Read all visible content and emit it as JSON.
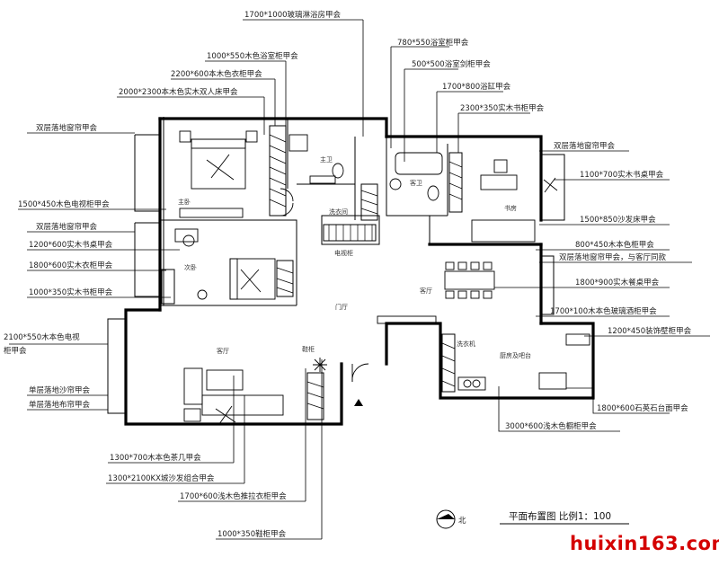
{
  "plan": {
    "title": "平面布置图 比例1：100",
    "north_label": "北",
    "watermark": "huixin163.com"
  },
  "rooms": {
    "master_bedroom": "主卧",
    "master_bath": "主卫",
    "laundry": "洗衣间",
    "guest_bath": "客卫",
    "study": "书房",
    "second_bedroom": "次卧",
    "dining": "客厅",
    "living": "客厅",
    "entrance": "门厅",
    "kitchen": "厨房及吧台",
    "shoe_cabinet": "鞋柜",
    "tv_cabinet": "电视柜",
    "washer": "洗衣机"
  },
  "labels": {
    "t1": "1700*1000玻璃淋浴房甲会",
    "t2": "1000*550木色浴室柜甲会",
    "t3": "2200*600本木色衣柜甲会",
    "t4": "2000*2300本木色实木双人床甲会",
    "t5": "780*550浴室柜甲会",
    "t6": "500*500浴室剑柜甲会",
    "t7": "1700*800浴缸甲会",
    "t8": "2300*350实木书柜甲会",
    "l1": "双层落地窗帘甲会",
    "l2": "1500*450木色电视柜甲会",
    "l3": "双层落地窗帘甲会",
    "l4": "1200*600实木书桌甲会",
    "l5": "1800*600实木衣柜甲会",
    "l6": "1000*350实木书柜甲会",
    "l7a": "2100*550木本色电视",
    "l7b": "柜甲会",
    "l8": "单层落地沙帘甲会",
    "l9": "单层落地布帘甲会",
    "r1": "双层落地窗帘甲会",
    "r2": "1100*700实木书桌甲会",
    "r3": "1500*850沙发床甲会",
    "r4": "800*450木本色柜甲会",
    "r5": "双层落地窗帘甲会，与客厅同款",
    "r6": "1800*900实木餐桌甲会",
    "r7": "1700*100木本色玻璃酒柜甲会",
    "r8": "1200*450装饰壁柜甲会",
    "r9": "1800*600石英石台面甲会",
    "r10": "3000*600浅木色橱柜甲会",
    "b1": "1300*700木本色茶几甲会",
    "b2": "1300*2100KX城沙发组合甲会",
    "b3": "1700*600浅木色推拉衣柜甲会",
    "b4": "1000*350鞋柜甲会"
  }
}
